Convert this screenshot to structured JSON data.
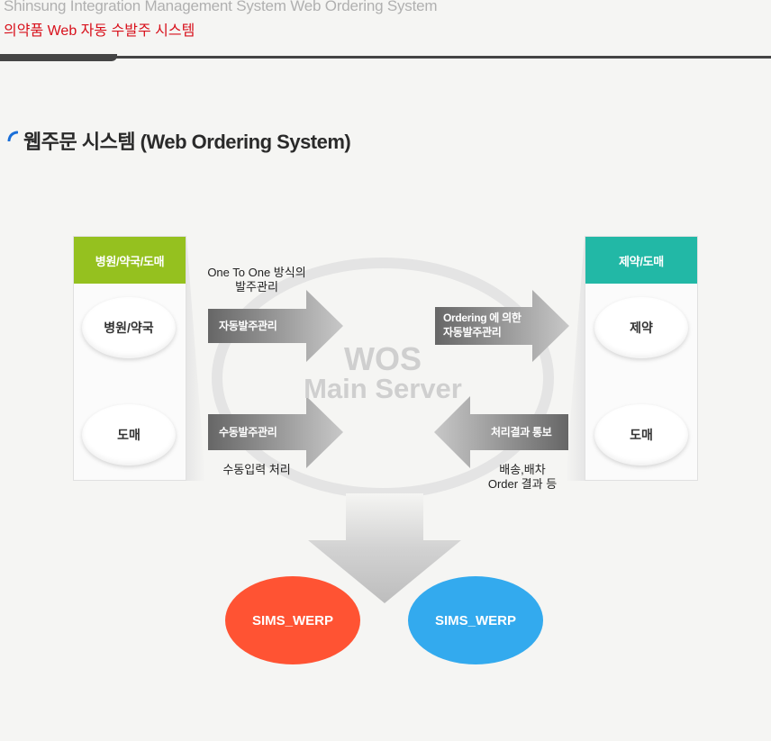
{
  "header": {
    "subtitle_en": "Shinsung Integration Management System Web Ordering System",
    "title_ko": "의약품 Web 자동 수발주 시스템"
  },
  "section": {
    "title": "웹주문 시스템 (Web Ordering System)"
  },
  "diagram": {
    "left_panel": {
      "header": "병원/약국/도매",
      "node_top": "병원/약국",
      "node_bottom": "도매"
    },
    "right_panel": {
      "header": "제약/도매",
      "node_top": "제약",
      "node_bottom": "도매"
    },
    "server": {
      "line1": "WOS",
      "line2": "Main Server"
    },
    "arrow_auto_order": {
      "caption_line1": "One To One 방식의",
      "caption_line2": "발주관리",
      "label": "자동발주관리"
    },
    "arrow_manual_order": {
      "label": "수동발주관리",
      "caption": "수동입력 처리"
    },
    "arrow_ordering": {
      "label_line1": "Ordering 에 의한",
      "label_line2": "자동발주관리"
    },
    "arrow_result": {
      "label": "처리결과 통보",
      "caption_line1": "배송,배차",
      "caption_line2": "Order 결과 등"
    },
    "db_left": "SIMS_WERP",
    "db_right": "SIMS_WERP"
  },
  "colors": {
    "header_red": "#d8101b",
    "left_header_green": "#95c11f",
    "right_header_teal": "#22b8a6",
    "db_left_orange": "#ff5333",
    "db_right_blue": "#33aaee"
  }
}
